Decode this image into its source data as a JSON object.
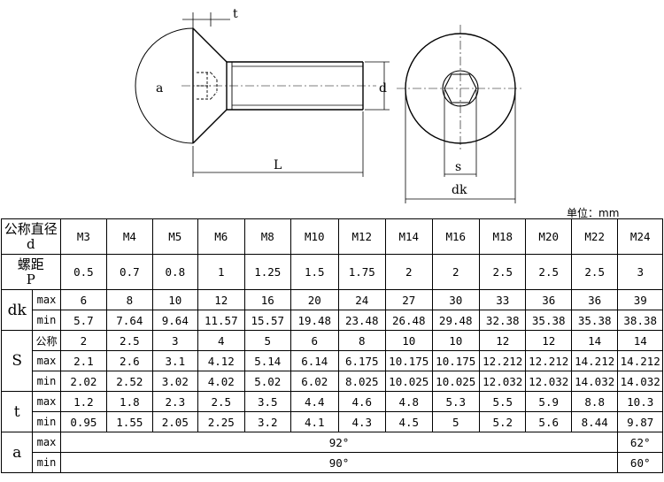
{
  "drawing": {
    "labels": {
      "t": "t",
      "a": "a",
      "d": "d",
      "L": "L",
      "s": "s",
      "dk": "dk"
    }
  },
  "unit_label": "单位：mm",
  "table": {
    "header_label_line1": "公称直径",
    "header_label_line2": "d",
    "sizes": [
      "M3",
      "M4",
      "M5",
      "M6",
      "M8",
      "M10",
      "M12",
      "M14",
      "M16",
      "M18",
      "M20",
      "M22",
      "M24"
    ],
    "pitch_label_line1": "螺距",
    "pitch_label_line2": "P",
    "pitch": [
      "0.5",
      "0.7",
      "0.8",
      "1",
      "1.25",
      "1.5",
      "1.75",
      "2",
      "2",
      "2.5",
      "2.5",
      "2.5",
      "3"
    ],
    "dk": {
      "label": "dk",
      "max_label": "max",
      "min_label": "min",
      "max": [
        "6",
        "8",
        "10",
        "12",
        "16",
        "20",
        "24",
        "27",
        "30",
        "33",
        "36",
        "36",
        "39"
      ],
      "min": [
        "5.7",
        "7.64",
        "9.64",
        "11.57",
        "15.57",
        "19.48",
        "23.48",
        "26.48",
        "29.48",
        "32.38",
        "35.38",
        "35.38",
        "38.38"
      ]
    },
    "s": {
      "label": "S",
      "nom_label": "公称",
      "max_label": "max",
      "min_label": "min",
      "nom": [
        "2",
        "2.5",
        "3",
        "4",
        "5",
        "6",
        "8",
        "10",
        "10",
        "12",
        "12",
        "14",
        "14"
      ],
      "max": [
        "2.1",
        "2.6",
        "3.1",
        "4.12",
        "5.14",
        "6.14",
        "6.175",
        "10.175",
        "10.175",
        "12.212",
        "12.212",
        "14.212",
        "14.212"
      ],
      "min": [
        "2.02",
        "2.52",
        "3.02",
        "4.02",
        "5.02",
        "6.02",
        "8.025",
        "10.025",
        "10.025",
        "12.032",
        "12.032",
        "14.032",
        "14.032"
      ]
    },
    "t": {
      "label": "t",
      "max_label": "max",
      "min_label": "min",
      "max": [
        "1.2",
        "1.8",
        "2.3",
        "2.5",
        "3.5",
        "4.4",
        "4.6",
        "4.8",
        "5.3",
        "5.5",
        "5.9",
        "8.8",
        "10.3"
      ],
      "min": [
        "0.95",
        "1.55",
        "2.05",
        "2.25",
        "3.2",
        "4.1",
        "4.3",
        "4.5",
        "5",
        "5.2",
        "5.6",
        "8.44",
        "9.87"
      ]
    },
    "a": {
      "label": "a",
      "max_label": "max",
      "min_label": "min",
      "max_main": "92°",
      "max_last": "62°",
      "min_main": "90°",
      "min_last": "60°"
    }
  }
}
